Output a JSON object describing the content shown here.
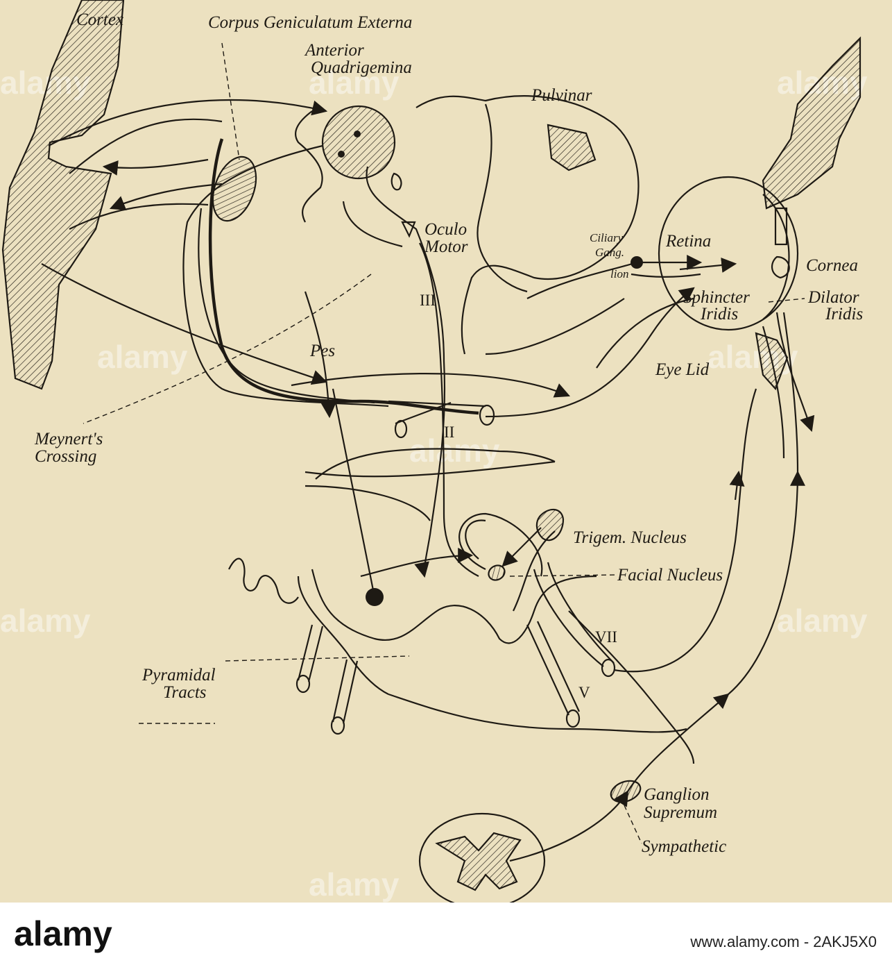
{
  "labels": {
    "cortex": "Cortex",
    "corpus_line1": "Corpus Geniculatum Externa",
    "corpus_line2": "Anterior",
    "corpus_line3": "Quadrigemina",
    "pulvinar": "Pulvinar",
    "oculo_line1": "Oculo",
    "oculo_line2": "Motor",
    "ciliary_line1": "Ciliary",
    "ciliary_line2": "Gang.",
    "ciliary_line3": "lion",
    "retina": "Retina",
    "cornea": "Cornea",
    "sphincter_line1": "Sphincter",
    "sphincter_line2": "Iridis",
    "dilator_line1": "Dilator",
    "dilator_line2": "Iridis",
    "nerve_iii": "III",
    "pes": "Pes",
    "eye_lid": "Eye Lid",
    "meynert_line1": "Meynert's",
    "meynert_line2": "Crossing",
    "nerve_ii": "II",
    "trigem": "Trigem. Nucleus",
    "facial": "Facial Nucleus",
    "nerve_vii": "VII",
    "pyramidal_line1": "Pyramidal",
    "pyramidal_line2": "Tracts",
    "nerve_v": "V",
    "ganglion_line1": "Ganglion",
    "ganglion_line2": "Supremum",
    "sympathetic": "Sympathetic"
  },
  "watermark": "alamy",
  "footer": {
    "brand": "alamy",
    "stock_id": "www.alamy.com - 2AKJ5X0"
  },
  "colors": {
    "paper": "#ece1c0",
    "ink": "#1e1a14"
  }
}
